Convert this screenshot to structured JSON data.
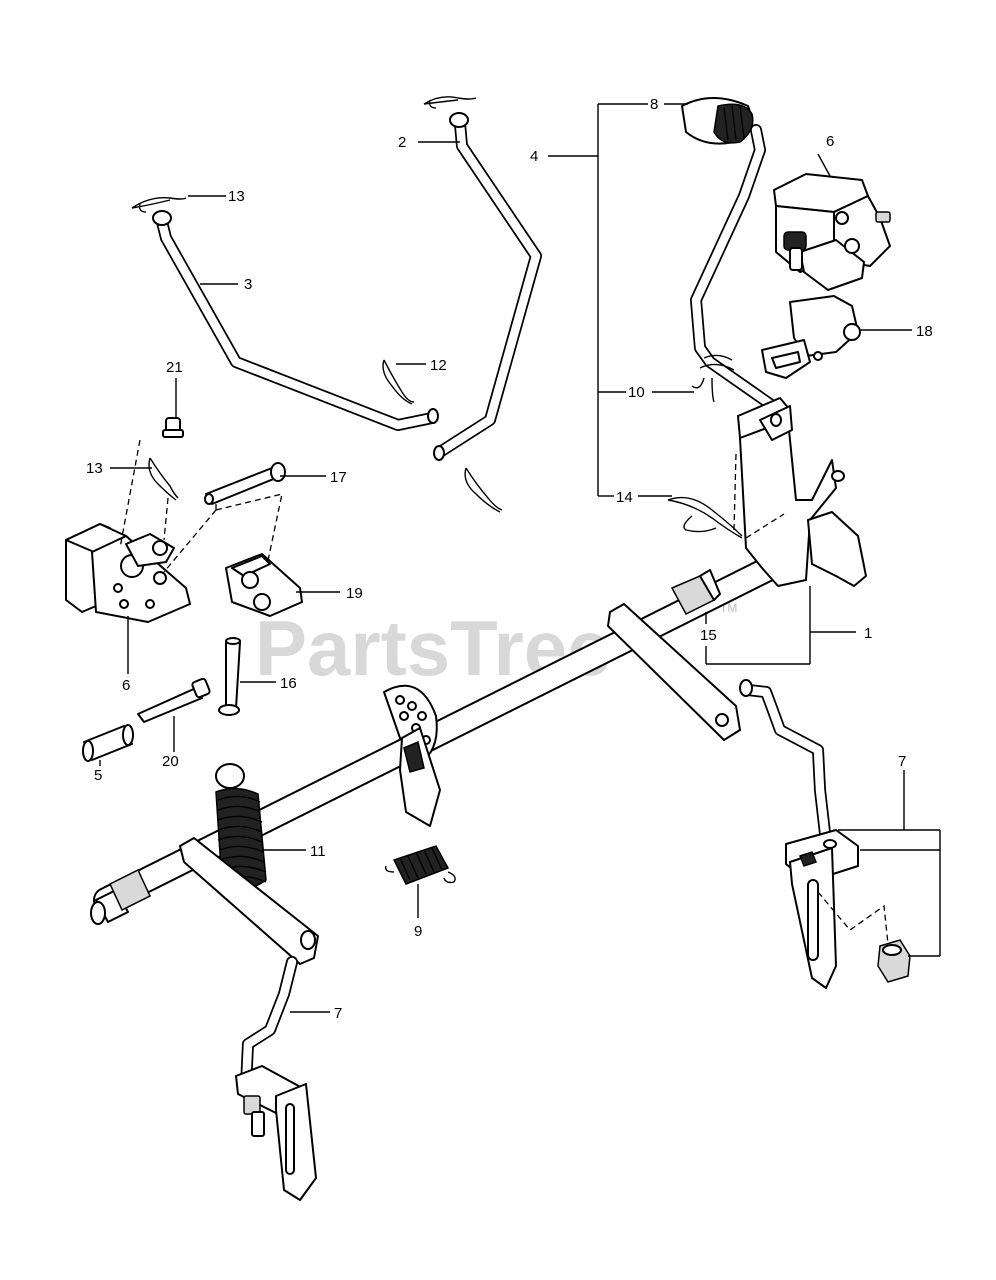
{
  "watermark": {
    "brand": "PartsTree",
    "tm": "TM"
  },
  "callouts": {
    "c1": "1",
    "c2": "2",
    "c3": "3",
    "c4": "4",
    "c5": "5",
    "c6a": "6",
    "c6b": "6",
    "c7a": "7",
    "c7b": "7",
    "c8": "8",
    "c9": "9",
    "c10": "10",
    "c11": "11",
    "c12": "12",
    "c13a": "13",
    "c13b": "13",
    "c14": "14",
    "c15": "15",
    "c16": "16",
    "c17": "17",
    "c18": "18",
    "c19": "19",
    "c20": "20",
    "c21": "21"
  }
}
